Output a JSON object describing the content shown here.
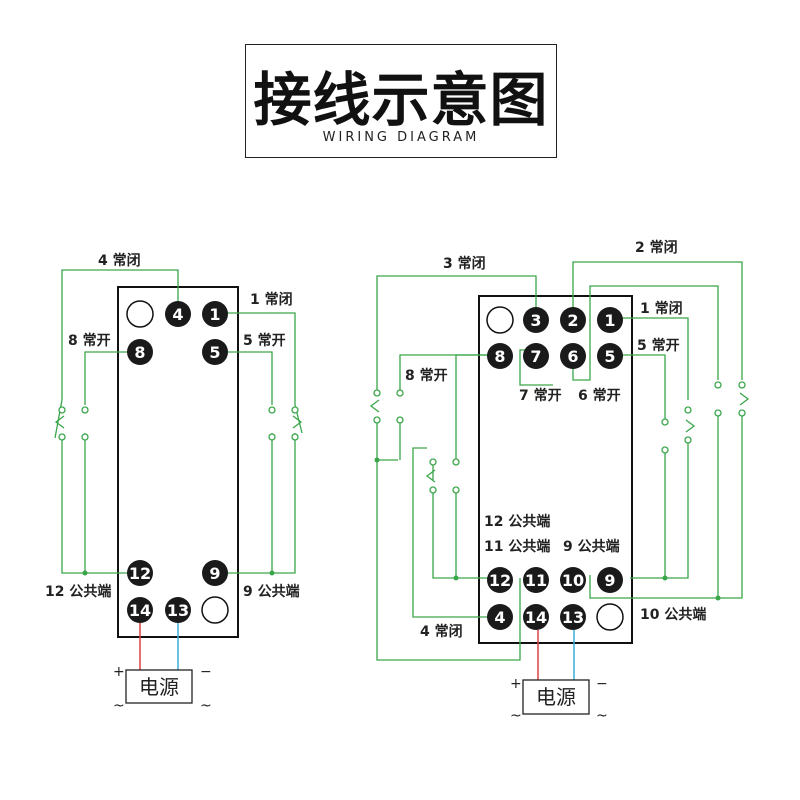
{
  "title": {
    "main": "接线示意图",
    "sub": "WIRING DIAGRAM"
  },
  "colors": {
    "wire": "#3aa64a",
    "pin": "#1a1a1a",
    "positive": "#e04040",
    "negative": "#3aaed8"
  },
  "left": {
    "labels": {
      "nc4": "4 常闭",
      "nc1": "1 常闭",
      "no8": "8 常开",
      "no5": "5 常开",
      "com12": "12 公共端",
      "com9": "9 公共端",
      "psu": "电源",
      "plus": "+",
      "minus": "−",
      "ac1": "~",
      "ac2": "~"
    },
    "pins": {
      "p4": "4",
      "p1": "1",
      "p8": "8",
      "p5": "5",
      "p12": "12",
      "p9": "9",
      "p14": "14",
      "p13": "13"
    }
  },
  "right": {
    "labels": {
      "nc3": "3 常闭",
      "nc2": "2 常闭",
      "nc1": "1 常闭",
      "no5": "5 常开",
      "no8": "8 常开",
      "no7": "7 常开",
      "no6": "6 常开",
      "com12": "12 公共端",
      "com11": "11 公共端",
      "com9": "9 公共端",
      "com10": "10 公共端",
      "nc4": "4 常闭",
      "psu": "电源",
      "plus": "+",
      "minus": "−",
      "ac1": "~",
      "ac2": "~"
    },
    "pins": {
      "p3": "3",
      "p2": "2",
      "p1": "1",
      "p8": "8",
      "p7": "7",
      "p6": "6",
      "p5": "5",
      "p12": "12",
      "p11": "11",
      "p10": "10",
      "p9": "9",
      "p4": "4",
      "p14": "14",
      "p13": "13"
    }
  }
}
